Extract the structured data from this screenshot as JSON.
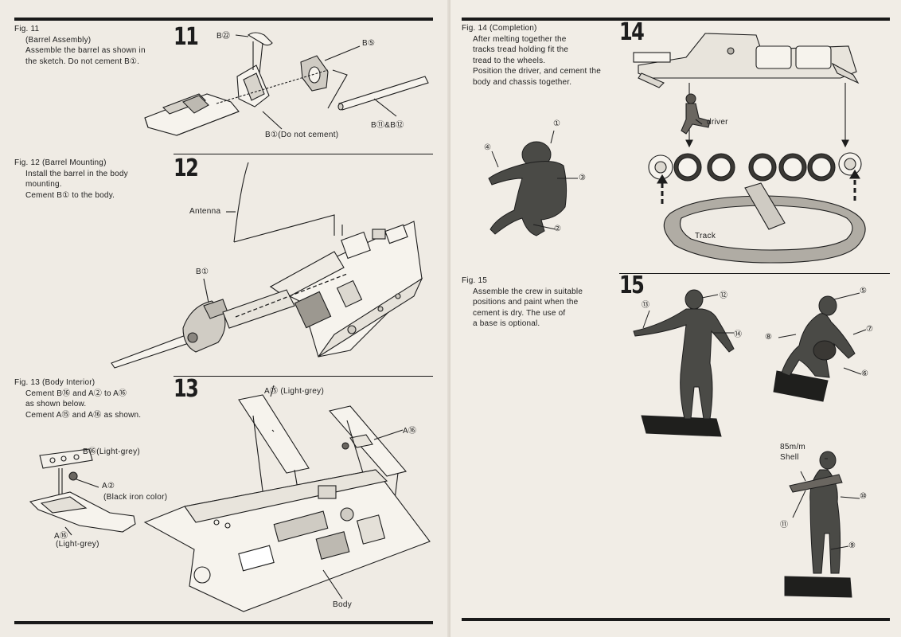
{
  "left_page": {
    "fig11": {
      "number": "11",
      "caption": "Fig. 11",
      "lines": [
        "(Barrel Assembly)",
        "Assemble the barrel as shown in",
        "the sketch.  Do not cement B①."
      ],
      "labels": {
        "b22": "B㉒",
        "b5": "B⑤",
        "b11_12": "B⑪&B⑫",
        "b1": "B①(Do not cement)"
      }
    },
    "fig12": {
      "number": "12",
      "caption": "Fig. 12 (Barrel Mounting)",
      "lines": [
        "Install the barrel in the body",
        "mounting.",
        "Cement B① to the body."
      ],
      "labels": {
        "antenna": "Antenna",
        "b1": "B①"
      }
    },
    "fig13": {
      "number": "13",
      "caption": "Fig. 13 (Body Interior)",
      "lines": [
        "Cement B⑯  and A② to A⑯",
        "as shown below.",
        "Cement A⑮  and A⑯ as shown."
      ],
      "labels": {
        "a15": "A⑮  (Light-grey)",
        "a16_right": "A⑯",
        "b16": "B⑯(Light-grey)",
        "a2": "A②",
        "a2_color": "(Black iron color)",
        "a16_left": "A⑯",
        "a16_left_color": "(Light-grey)",
        "body": "Body"
      }
    }
  },
  "right_page": {
    "fig14": {
      "number": "14",
      "caption": "Fig. 14 (Completion)",
      "lines": [
        "After melting together the",
        "tracks tread holding fit the",
        "tread to the wheels.",
        "Position the driver, and cement the",
        "body and chassis together."
      ],
      "labels": {
        "driver": "driver",
        "track": "Track",
        "n1": "①",
        "n2": "②",
        "n3": "③",
        "n4": "④"
      }
    },
    "fig15": {
      "number": "15",
      "caption": "Fig. 15",
      "lines": [
        "Assemble the crew in suitable",
        "positions and paint when the",
        "cement is dry.  The use of",
        "a base is optional."
      ],
      "labels": {
        "n5": "⑤",
        "n6": "⑥",
        "n7": "⑦",
        "n8": "⑧",
        "n9": "⑨",
        "n10": "⑩",
        "n11": "⑪",
        "n12": "⑫",
        "n13": "⑬",
        "n14": "⑭",
        "shell_line1": "85m/m",
        "shell_line2": "Shell"
      }
    }
  },
  "colors": {
    "ink": "#1d1d1d",
    "paper": "#efebe4",
    "figure": "#4a4a46"
  }
}
